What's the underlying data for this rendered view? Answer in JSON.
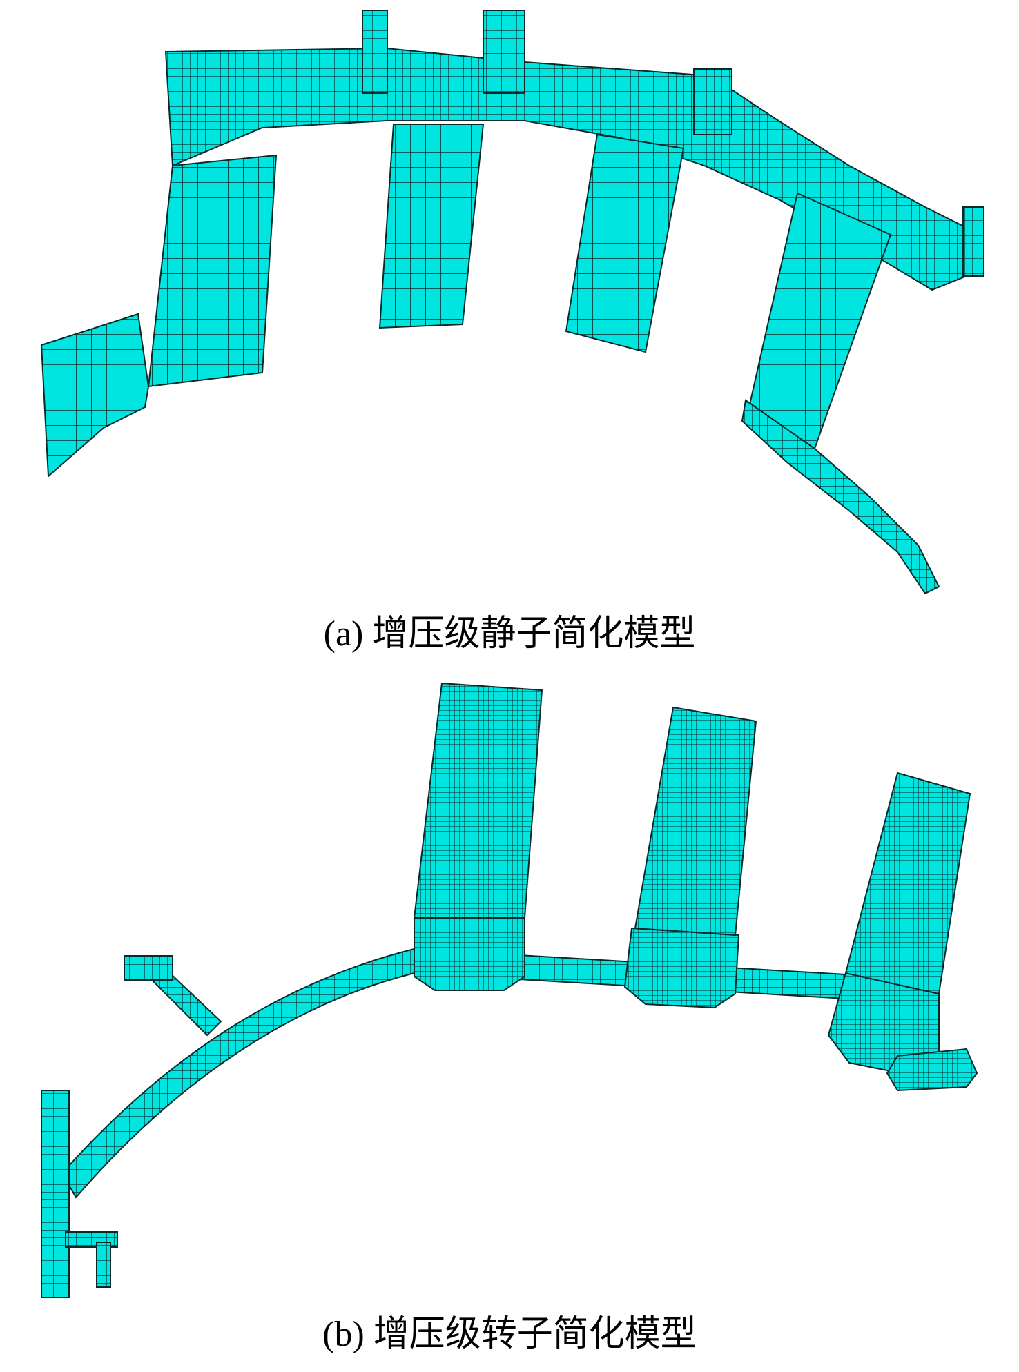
{
  "figure": {
    "mesh_color": "#00E5E0",
    "edge_color": "#0a2a2a",
    "panels": [
      {
        "id": "a",
        "caption": "(a) 增压级静子简化模型"
      },
      {
        "id": "b",
        "caption": "(b) 增压级转子简化模型"
      }
    ]
  }
}
